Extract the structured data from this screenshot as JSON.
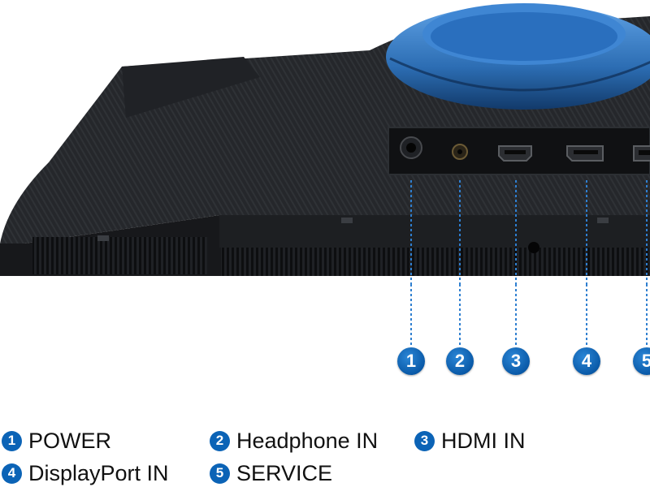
{
  "markers": [
    "1",
    "2",
    "3",
    "4",
    "5"
  ],
  "legend": [
    {
      "num": "1",
      "label": "POWER"
    },
    {
      "num": "2",
      "label": "Headphone IN"
    },
    {
      "num": "3",
      "label": "HDMI IN"
    },
    {
      "num": "4",
      "label": "DisplayPort IN"
    },
    {
      "num": "5",
      "label": "SERVICE"
    }
  ],
  "colors": {
    "accent_blue": "#0b63b6",
    "monitor_body": "#1b1d20",
    "stand_ring": "#2c6db3"
  },
  "icons": [
    "power-port-icon",
    "headphone-jack-icon",
    "hdmi-port-icon",
    "displayport-icon",
    "service-port-icon"
  ]
}
